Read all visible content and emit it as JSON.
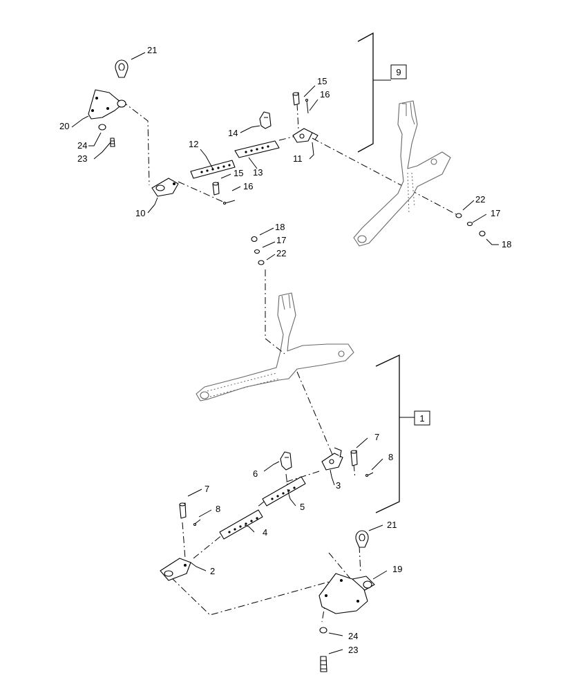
{
  "diagram": {
    "group_boxes": [
      "9",
      "1"
    ],
    "callouts": [
      "21",
      "20",
      "24",
      "23",
      "14",
      "15",
      "16",
      "12",
      "13",
      "11",
      "15",
      "16",
      "10",
      "22",
      "17",
      "18",
      "18",
      "17",
      "22",
      "7",
      "8",
      "6",
      "3",
      "5",
      "7",
      "8",
      "4",
      "2",
      "21",
      "19",
      "24",
      "23"
    ]
  }
}
